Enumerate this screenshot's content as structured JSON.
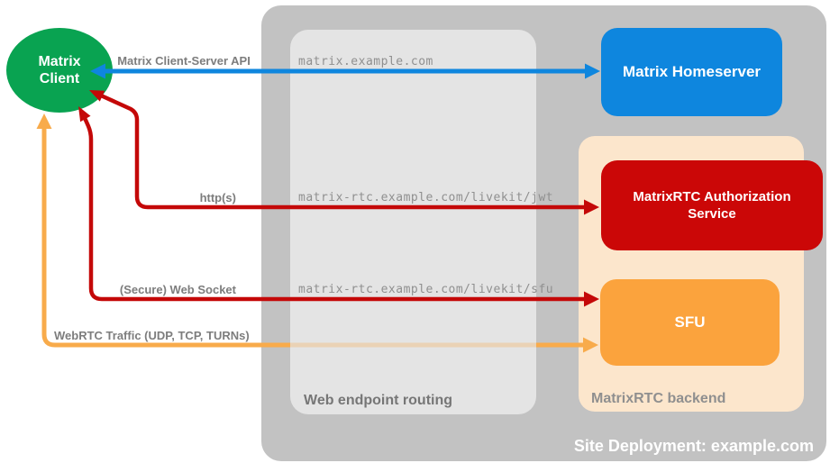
{
  "containers": {
    "site_label": "Site Deployment: example.com",
    "routing_label": "Web endpoint routing",
    "backend_label": "MatrixRTC backend"
  },
  "nodes": {
    "client": {
      "label": "Matrix Client",
      "color": "#09a351"
    },
    "homeserver": {
      "label": "Matrix Homeserver",
      "color": "#0e86de"
    },
    "auth_service": {
      "label": "MatrixRTC Authorization Service",
      "color": "#cb0707"
    },
    "sfu": {
      "label": "SFU",
      "color": "#fba33d"
    }
  },
  "connections": {
    "client_homeserver": {
      "label": "Matrix Client-Server API",
      "endpoint": "matrix.example.com",
      "color": "#0e86de",
      "style": "bidirectional"
    },
    "client_auth": {
      "label": "http(s)",
      "endpoint": "matrix-rtc.example.com/livekit/jwt",
      "color": "#c40808",
      "style": "bidirectional"
    },
    "client_sfu_ws": {
      "label": "(Secure) Web Socket",
      "endpoint": "matrix-rtc.example.com/livekit/sfu",
      "color": "#c40808",
      "style": "bidirectional"
    },
    "client_sfu_webrtc": {
      "label": "WebRTC Traffic (UDP, TCP, TURNs)",
      "color": "#f8ab4b",
      "style": "bidirectional"
    }
  },
  "colors": {
    "outer_container": "#c2c2c2",
    "routing_container": "#e4e4e4",
    "backend_container": "#fce6cc",
    "label_gray": "#7d7d7d",
    "endpoint_gray": "#8f8f8f"
  }
}
